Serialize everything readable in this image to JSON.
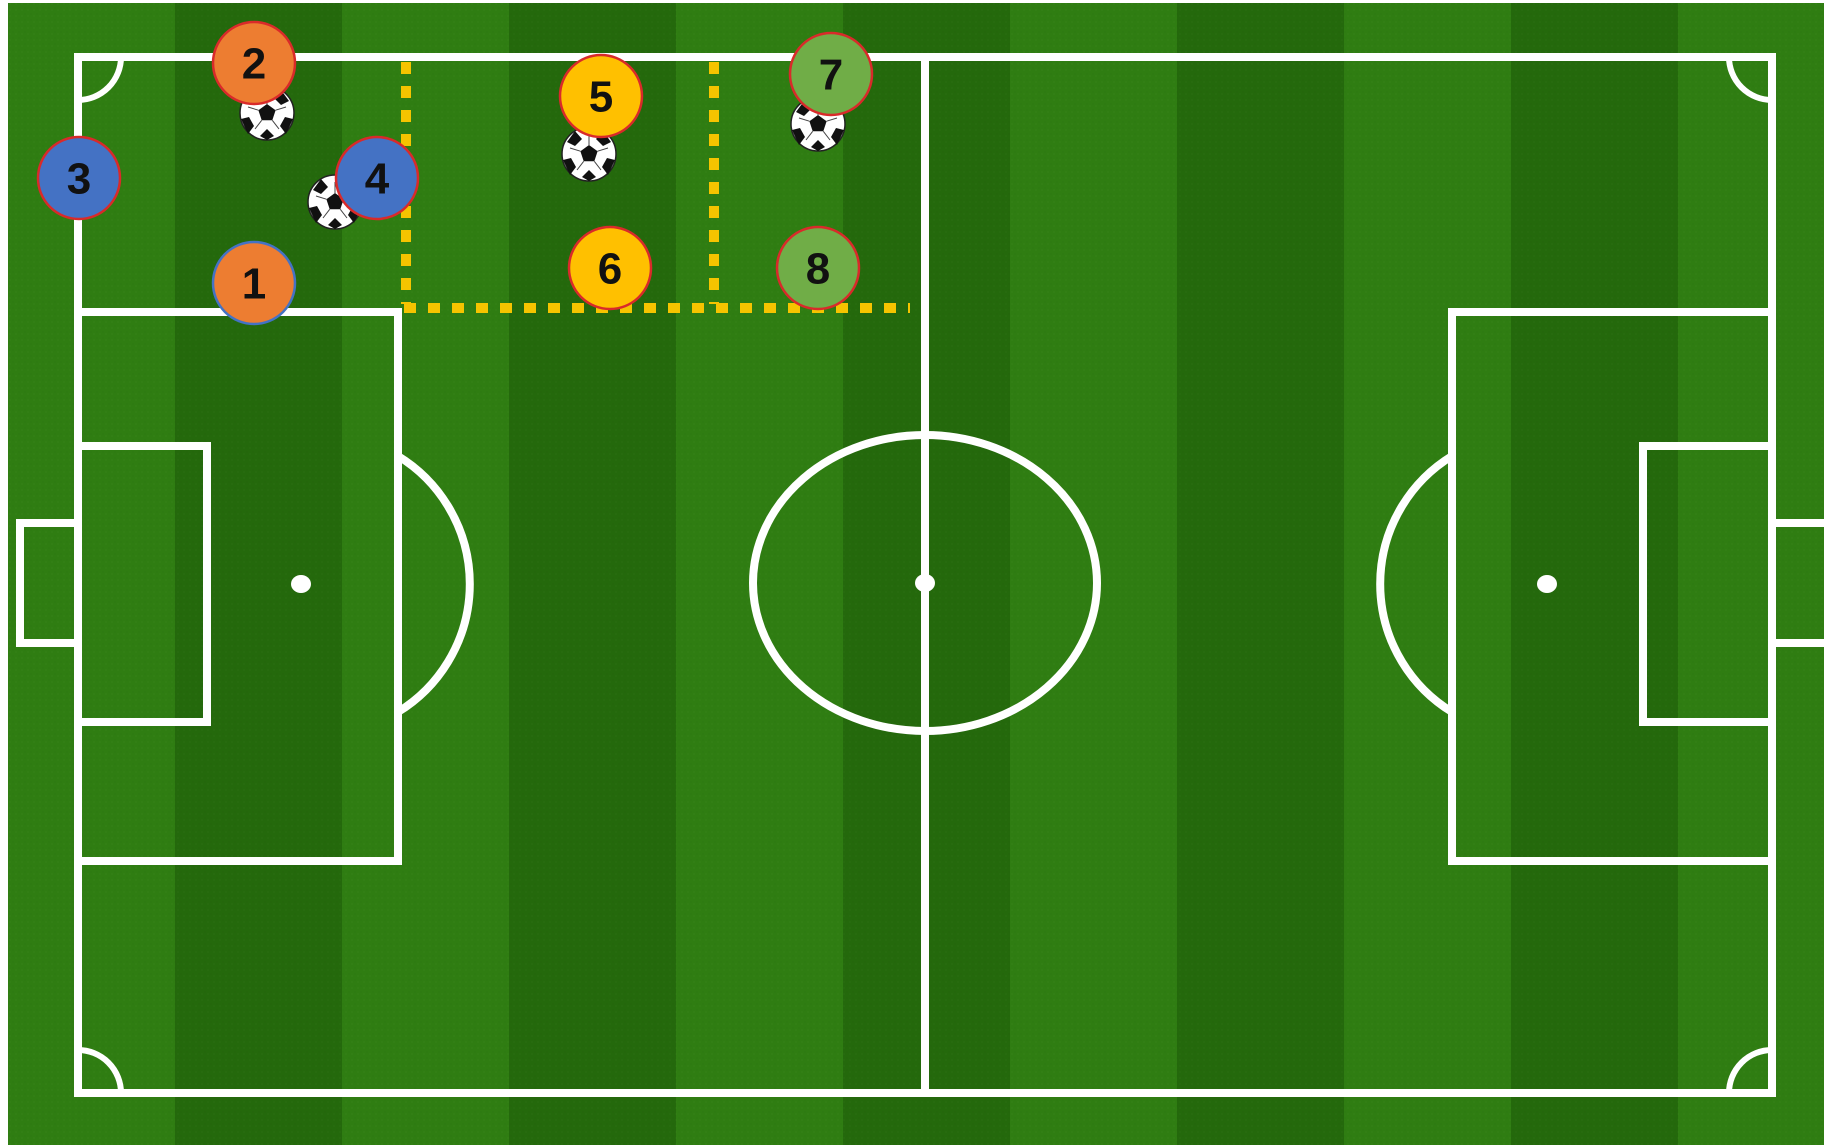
{
  "diagram": {
    "pitch_colors": {
      "stripe_light": "#2f7d12",
      "stripe_dark": "#24690c",
      "lines": "#ffffff",
      "zone_border": "#f5c400"
    },
    "players": [
      {
        "id": "player-1",
        "label": "1",
        "fill": "#ed7d31",
        "stroke": "#4472c4"
      },
      {
        "id": "player-2",
        "label": "2",
        "fill": "#ed7d31",
        "stroke": "#d92a2a"
      },
      {
        "id": "player-3",
        "label": "3",
        "fill": "#4472c4",
        "stroke": "#d92a2a"
      },
      {
        "id": "player-4",
        "label": "4",
        "fill": "#4472c4",
        "stroke": "#d92a2a"
      },
      {
        "id": "player-5",
        "label": "5",
        "fill": "#ffc000",
        "stroke": "#d92a2a"
      },
      {
        "id": "player-6",
        "label": "6",
        "fill": "#ffc000",
        "stroke": "#d92a2a"
      },
      {
        "id": "player-7",
        "label": "7",
        "fill": "#70ad47",
        "stroke": "#d92a2a"
      },
      {
        "id": "player-8",
        "label": "8",
        "fill": "#70ad47",
        "stroke": "#d92a2a"
      }
    ],
    "balls": [
      {
        "id": "ball-a",
        "icon": "soccer-ball-icon"
      },
      {
        "id": "ball-b",
        "icon": "soccer-ball-icon"
      },
      {
        "id": "ball-c",
        "icon": "soccer-ball-icon"
      },
      {
        "id": "ball-d",
        "icon": "soccer-ball-icon"
      }
    ]
  }
}
